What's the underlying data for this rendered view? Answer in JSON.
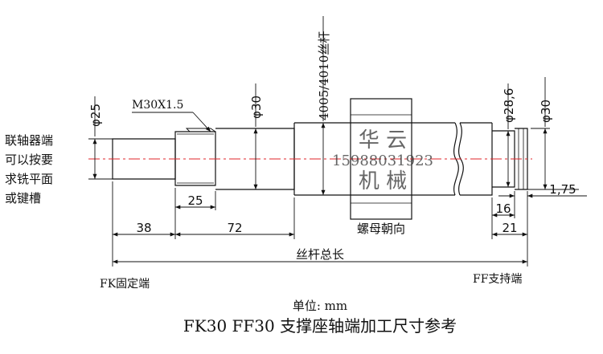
{
  "labels": {
    "left_note": [
      "联轴器端",
      "可以按要",
      "求铣平面",
      "或键槽"
    ],
    "thread": "M30X1.5",
    "d25": "φ25",
    "d30_left": "φ30",
    "screw_dia": "4005/4010丝杆",
    "d28_6": "φ28,6",
    "d30_right": "φ30",
    "dim_25": "25",
    "dim_38": "38",
    "dim_72": "72",
    "dim_16": "16",
    "dim_21": "21",
    "dim_1_75": "1,75",
    "nut_direction": "螺母朝向",
    "total_length": "丝杆总长",
    "fk_end": "FK固定端",
    "ff_end": "FF支持端",
    "unit": "单位: mm",
    "title": "FK30 FF30 支撑座轴端加工尺寸参考"
  },
  "watermark": {
    "line1": "华 云",
    "phone": "15988031923",
    "line2": "机 械"
  },
  "colors": {
    "line": "#111111",
    "centerline": "#e0242a",
    "watermark": "#333333"
  }
}
